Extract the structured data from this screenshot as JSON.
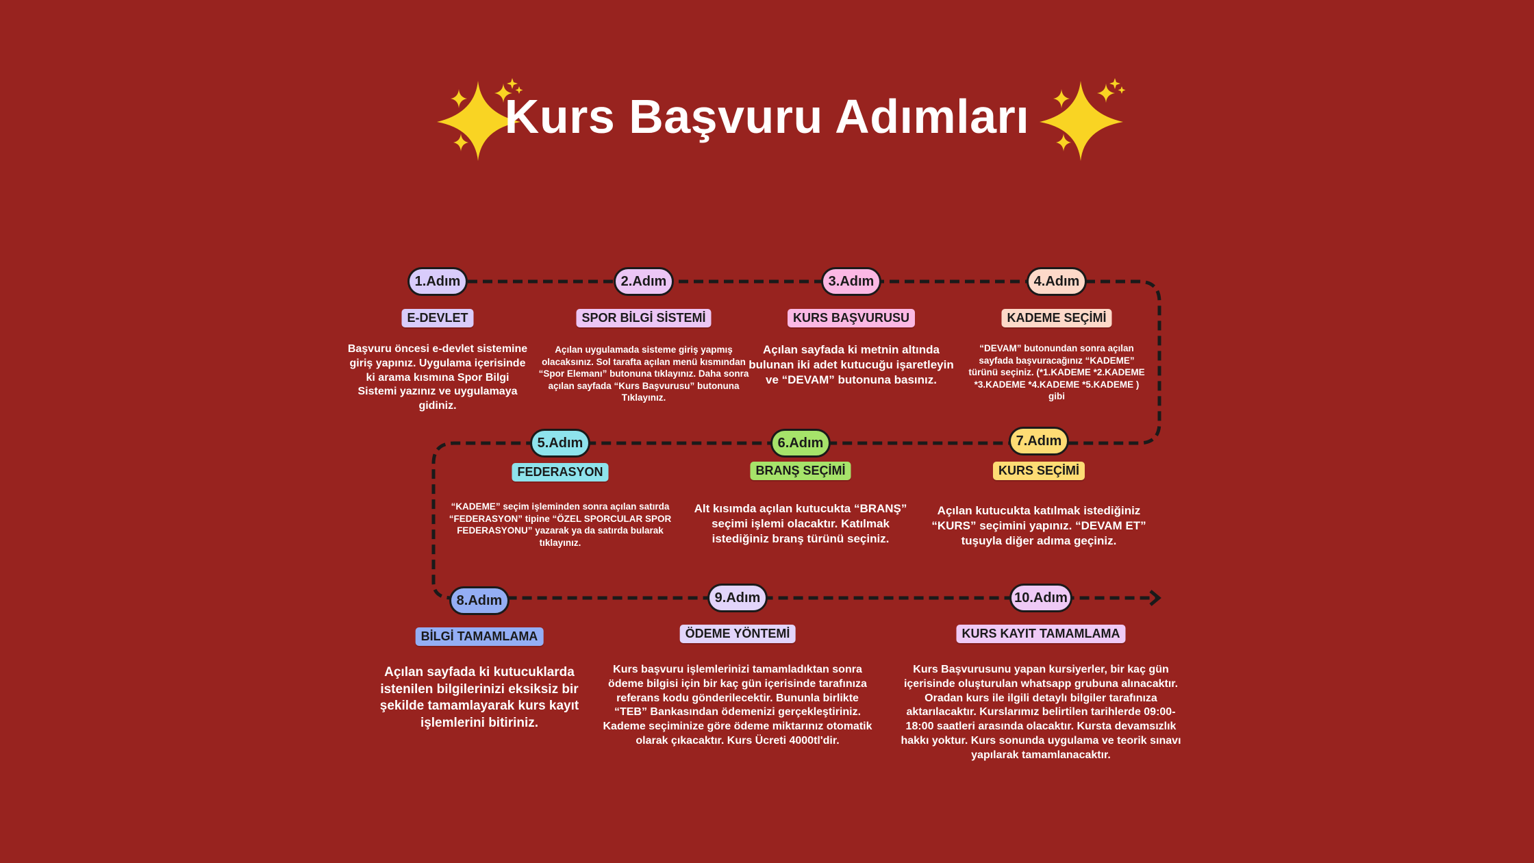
{
  "title": "Kurs Başvuru Adımları",
  "colors": {
    "background": "#98231f",
    "sparkle": "#f9d423",
    "line": "#1a1a1a"
  },
  "steps": [
    {
      "step": "1.Adım",
      "label": "E-DEVLET",
      "color": "#d9ccfb",
      "description": "Başvuru öncesi e-devlet sistemine giriş yapınız. Uygulama içerisinde ki arama kısmına Spor Bilgi Sistemi yazınız ve uygulamaya gidiniz."
    },
    {
      "step": "2.Adım",
      "label": "SPOR BİLGİ SİSTEMİ",
      "color": "#ecc6f5",
      "description": "Açılan uygulamada sisteme giriş yapmış olacaksınız. Sol tarafta açılan menü kısmından “Spor Elemanı” butonuna tıklayınız. Daha sonra açılan sayfada “Kurs Başvurusu” butonuna Tıklayınız."
    },
    {
      "step": "3.Adım",
      "label": "KURS BAŞVURUSU",
      "color": "#fbb8e4",
      "description": "Açılan sayfada ki metnin altında bulunan iki adet kutucuğu işaretleyin ve “DEVAM” butonuna basınız."
    },
    {
      "step": "4.Adım",
      "label": "KADEME SEÇİMİ",
      "color": "#fdd9c9",
      "description": "“DEVAM” butonundan sonra açılan sayfada başvuracağınız “KADEME” türünü seçiniz. (*1.KADEME *2.KADEME *3.KADEME *4.KADEME *5.KADEME ) gibi"
    },
    {
      "step": "5.Adım",
      "label": "FEDERASYON",
      "color": "#8ee3ec",
      "description": "“KADEME” seçim işleminden sonra açılan satırda “FEDERASYON” tipine “ÖZEL SPORCULAR SPOR FEDERASYONU” yazarak ya da satırda bularak tıklayınız."
    },
    {
      "step": "6.Adım",
      "label": "BRANŞ SEÇİMİ",
      "color": "#a6e36a",
      "description": "Alt kısımda açılan kutucukta “BRANŞ” seçimi işlemi olacaktır. Katılmak istediğiniz branş türünü seçiniz."
    },
    {
      "step": "7.Adım",
      "label": "KURS SEÇİMİ",
      "color": "#fedc74",
      "description": "Açılan kutucukta katılmak istediğiniz “KURS” seçimini yapınız. “DEVAM ET” tuşuyla diğer adıma geçiniz."
    },
    {
      "step": "8.Adım",
      "label": "BİLGİ TAMAMLAMA",
      "color": "#94aef4",
      "description": "Açılan sayfada ki kutucuklarda istenilen bilgilerinizi eksiksiz bir şekilde tamamlayarak kurs kayıt işlemlerini bitiriniz."
    },
    {
      "step": "9.Adım",
      "label": "ÖDEME YÖNTEMİ",
      "color": "#e2d5fb",
      "description": "Kurs başvuru işlemlerinizi tamamladıktan sonra ödeme bilgisi için bir kaç gün içerisinde tarafınıza referans kodu gönderilecektir. Bununla birlikte “TEB” Bankasından ödemenizi gerçekleştiriniz. Kademe seçiminize göre ödeme miktarınız otomatik olarak çıkacaktır. Kurs Ücreti 4000tl'dir."
    },
    {
      "step": "10.Adım",
      "label": "KURS KAYIT TAMAMLAMA",
      "color": "#efcaf6",
      "description": "Kurs Başvurusunu yapan kursiyerler, bir kaç gün içerisinde oluşturulan whatsapp grubuna alınacaktır. Oradan kurs ile ilgili detaylı bilgiler tarafınıza aktarılacaktır. Kurslarımız belirtilen tarihlerde 09:00-18:00 saatleri arasında olacaktır. Kursta devamsızlık hakkı yoktur. Kurs sonunda uygulama ve teorik sınavı yapılarak tamamlanacaktır."
    }
  ]
}
